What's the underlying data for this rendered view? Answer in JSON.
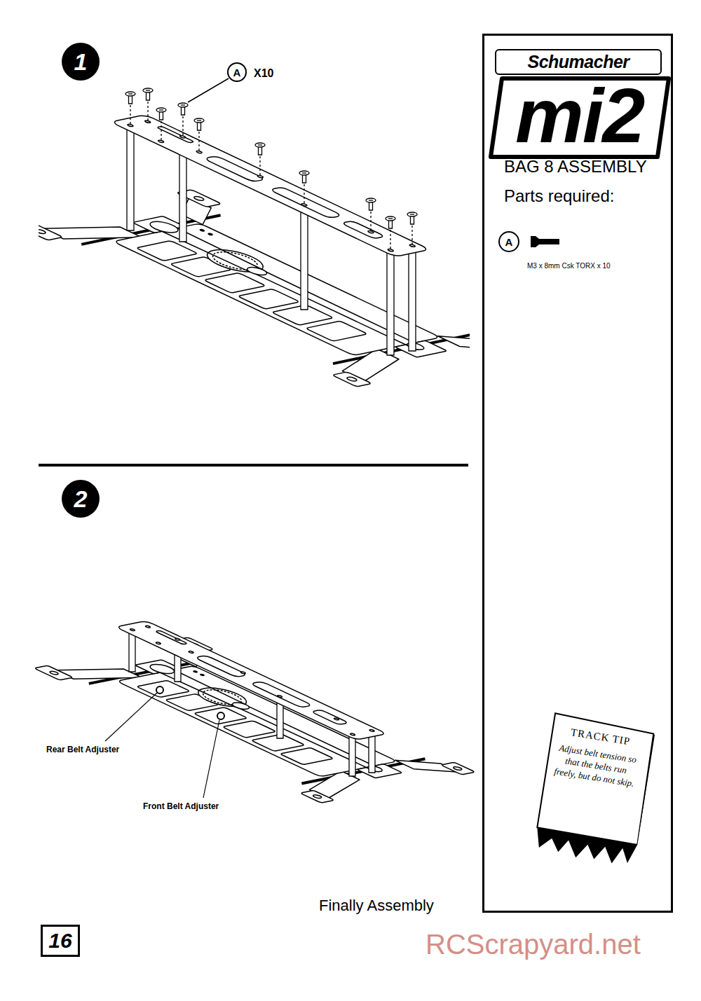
{
  "diagram": {
    "caption": "Finally Assembly",
    "nodes": [
      {
        "text": [
          "1"
        ]
      },
      {
        "text": [
          "A"
        ]
      },
      {
        "text": [
          "BAG 8 ASSEMBLY",
          "Parts required:"
        ]
      },
      {
        "text": [
          "Schumacher"
        ],
        "in": 2
      },
      {
        "text": [
          "A"
        ],
        "in": 2
      },
      {
        "text": [
          "2"
        ]
      },
      {
        "text": [
          "TRACK TIP",
          "Adjust belt tension so that the belts run freely, but do not skip."
        ],
        "in": 2
      },
      {
        "text": [
          "16"
        ]
      }
    ],
    "labels": [
      "mi2",
      "X10",
      "M3 x 8mm Csk TORX x 10",
      "Rear Belt Adjuster",
      "Front Belt Adjuster",
      "RCScrapyard.net"
    ]
  }
}
